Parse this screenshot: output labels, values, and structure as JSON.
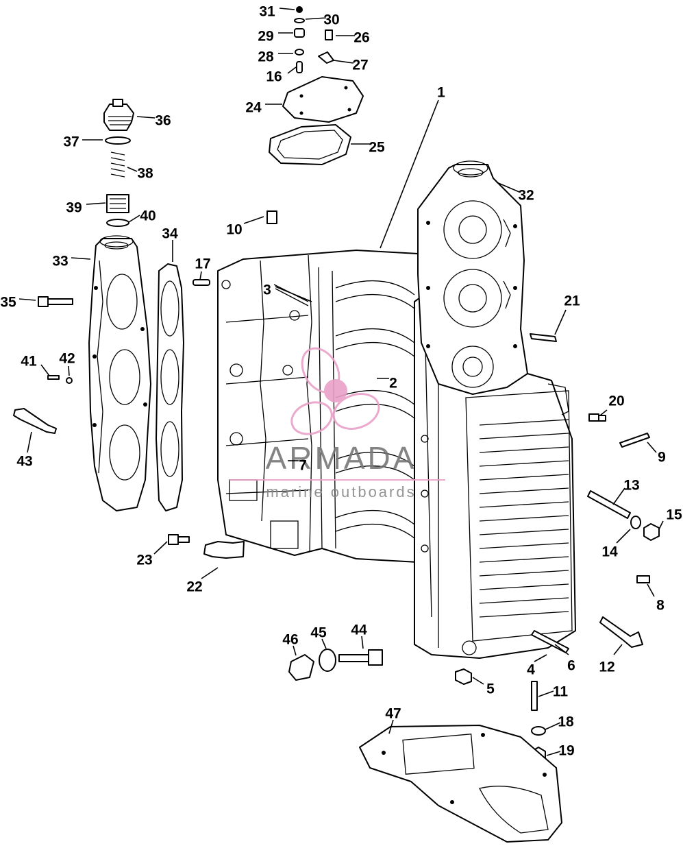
{
  "callouts": [
    {
      "n": "1"
    },
    {
      "n": "2"
    },
    {
      "n": "3"
    },
    {
      "n": "4"
    },
    {
      "n": "5"
    },
    {
      "n": "6"
    },
    {
      "n": "7"
    },
    {
      "n": "8"
    },
    {
      "n": "9"
    },
    {
      "n": "10"
    },
    {
      "n": "11"
    },
    {
      "n": "12"
    },
    {
      "n": "13"
    },
    {
      "n": "14"
    },
    {
      "n": "15"
    },
    {
      "n": "16"
    },
    {
      "n": "17"
    },
    {
      "n": "18"
    },
    {
      "n": "19"
    },
    {
      "n": "20"
    },
    {
      "n": "21"
    },
    {
      "n": "22"
    },
    {
      "n": "23"
    },
    {
      "n": "24"
    },
    {
      "n": "25"
    },
    {
      "n": "26"
    },
    {
      "n": "27"
    },
    {
      "n": "28"
    },
    {
      "n": "29"
    },
    {
      "n": "30"
    },
    {
      "n": "31"
    },
    {
      "n": "32"
    },
    {
      "n": "33"
    },
    {
      "n": "34"
    },
    {
      "n": "35"
    },
    {
      "n": "36"
    },
    {
      "n": "37"
    },
    {
      "n": "38"
    },
    {
      "n": "39"
    },
    {
      "n": "40"
    },
    {
      "n": "41"
    },
    {
      "n": "42"
    },
    {
      "n": "43"
    },
    {
      "n": "44"
    },
    {
      "n": "45"
    },
    {
      "n": "46"
    },
    {
      "n": "47"
    }
  ],
  "watermark": {
    "title": "ARMADA",
    "subtitle": "marine outboards",
    "logo_color": "#e8a0c8",
    "text_color": "#777777"
  }
}
